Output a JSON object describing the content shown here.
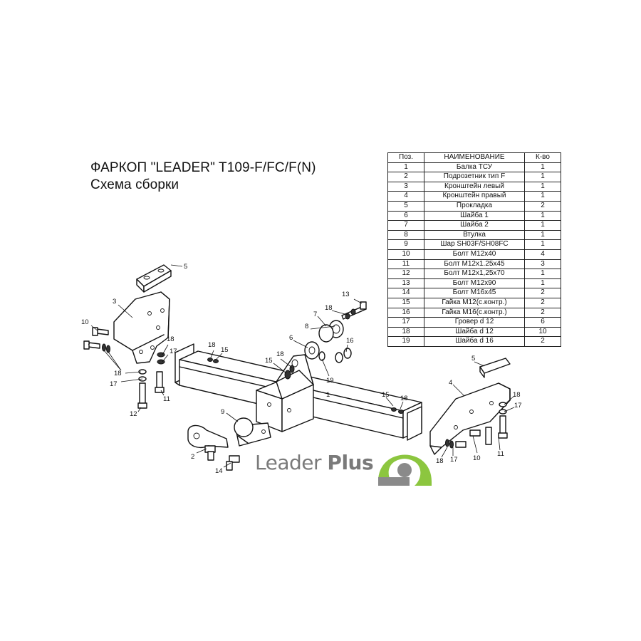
{
  "title": {
    "line1": "ФАРКОП \"LEADER\"  T109-F/FC/F(N)",
    "line2": "Схема сборки"
  },
  "table": {
    "headers": [
      "Поз.",
      "НАИМЕНОВАНИЕ",
      "К-во"
    ],
    "rows": [
      [
        "1",
        "Балка ТСУ",
        "1"
      ],
      [
        "2",
        "Подрозетник тип F",
        "1"
      ],
      [
        "3",
        "Кронштейн левый",
        "1"
      ],
      [
        "4",
        "Кронштейн правый",
        "1"
      ],
      [
        "5",
        "Прокладка",
        "2"
      ],
      [
        "6",
        "Шайба 1",
        "1"
      ],
      [
        "7",
        "Шайба 2",
        "1"
      ],
      [
        "8",
        "Втулка",
        "1"
      ],
      [
        "9",
        "Шар SH03F/SH08FC",
        "1"
      ],
      [
        "10",
        "Болт М12х40",
        "4"
      ],
      [
        "11",
        "Болт М12х1.25х45",
        "3"
      ],
      [
        "12",
        "Болт М12х1,25х70",
        "1"
      ],
      [
        "13",
        "Болт М12х90",
        "1"
      ],
      [
        "14",
        "Болт М16х45",
        "2"
      ],
      [
        "15",
        "Гайка М12(с.контр.)",
        "2"
      ],
      [
        "16",
        "Гайка  М16(с.контр.)",
        "2"
      ],
      [
        "17",
        "Гровер d 12",
        "6"
      ],
      [
        "18",
        "Шайба d 12",
        "10"
      ],
      [
        "19",
        "Шайба d 16",
        "2"
      ]
    ]
  },
  "callouts": {
    "c1": "1",
    "c2": "2",
    "c3": "3",
    "c4": "4",
    "c5a": "5",
    "c5b": "5",
    "c6": "6",
    "c7": "7",
    "c8": "8",
    "c9": "9",
    "c10a": "10",
    "c10b": "10",
    "c11a": "11",
    "c11b": "11",
    "c12": "12",
    "c13": "13",
    "c14": "14",
    "c15a": "15",
    "c15b": "15",
    "c15c": "15",
    "c16": "16",
    "c17a": "17",
    "c17b": "17",
    "c17c": "17",
    "c17d": "17",
    "c18a": "18",
    "c18b": "18",
    "c18c": "18",
    "c18d": "18",
    "c18e": "18",
    "c18f": "18",
    "c18g": "18",
    "c18h": "18",
    "c19": "19"
  },
  "logo": {
    "word1": "Leader",
    "word2": "Plus",
    "colors": {
      "gray": "#7a7a7a",
      "green": "#8cc63f"
    }
  }
}
